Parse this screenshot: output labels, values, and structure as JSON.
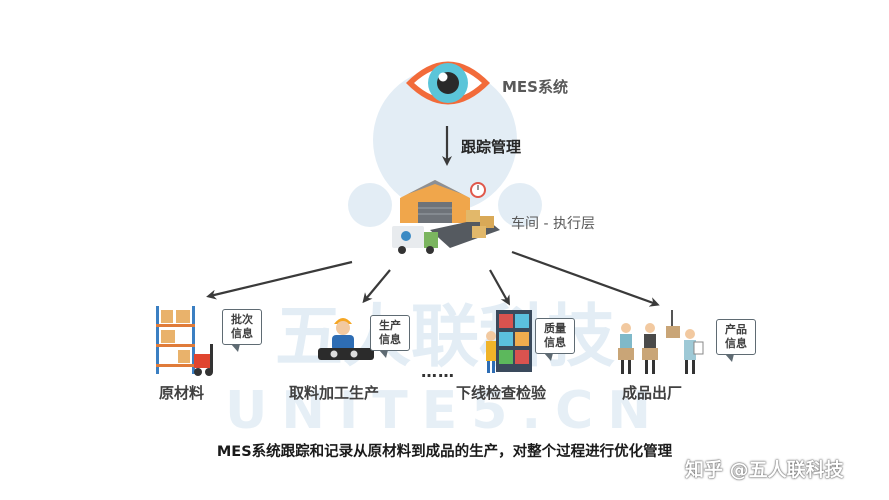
{
  "system": {
    "label": "MES系统"
  },
  "tracking": {
    "label": "跟踪管理"
  },
  "workshop": {
    "label": "车间 - 执行层"
  },
  "stages": [
    {
      "label": "原材料",
      "bubble": [
        "批次",
        "信息"
      ]
    },
    {
      "label": "取料加工生产",
      "bubble": [
        "生产",
        "信息"
      ]
    },
    {
      "label": "下线检查检验",
      "bubble": [
        "质量",
        "信息"
      ]
    },
    {
      "label": "成品出厂",
      "bubble": [
        "产品",
        "信息"
      ]
    }
  ],
  "ellipsis": "……",
  "caption": "MES系统跟踪和记录从原材料到成品的生产，对整个过程进行优化管理",
  "watermark": {
    "logo_text": "知乎 @五人联科技",
    "background_text": "五人联科技",
    "background_url": "UNITE5.CN"
  },
  "colors": {
    "eye_outer": "#f26b3a",
    "iris": "#5bc5d9",
    "arrow": "#3a3a3a",
    "warehouse_wall": "#f0a64b",
    "roof": "#8c9096",
    "watermark": "#dfeaf3"
  }
}
